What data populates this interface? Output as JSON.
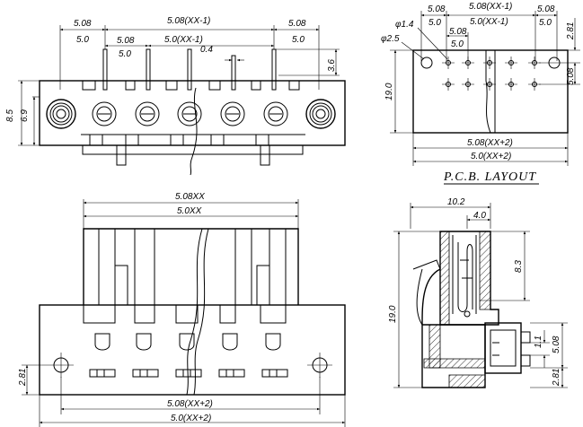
{
  "front_view": {
    "dims": {
      "top_left_pitch": "5.08",
      "top_left_pitch_b": "5.0",
      "top_span": "5.08(XX-1)",
      "top_span_b": "5.0(XX-1)",
      "pin_pitch": "5.08",
      "pin_pitch_b": "5.0",
      "pin_width": "0.4",
      "top_right_pitch": "5.08",
      "top_right_pitch_b": "5.0",
      "height_left_a": "8.5",
      "height_left_b": "6.9",
      "pin_height": "3.6"
    }
  },
  "pcb_layout": {
    "title": "P.C.B. LAYOUT",
    "dims": {
      "hole_small": "φ1.4",
      "hole_large": "φ2.5",
      "pitch_a": "5.08",
      "pitch_a_b": "5.0",
      "pitch_c": "5.08",
      "pitch_c_b": "5.0",
      "span_top": "5.08(XX-1)",
      "span_top_b": "5.0(XX-1)",
      "pitch_r": "5.08",
      "pitch_r_b": "5.0",
      "right_top": "2.81",
      "right_mid": "5.08",
      "height": "19.0",
      "bottom_a": "5.08(XX+2)",
      "bottom_b": "5.0(XX+2)"
    }
  },
  "bottom_view": {
    "dims": {
      "span_top": "5.08XX",
      "span_top_b": "5.0XX",
      "left_small": "2.81",
      "bottom_a": "5.08(XX+2)",
      "bottom_b": "5.0(XX+2)"
    }
  },
  "side_view": {
    "dims": {
      "top_width": "10.2",
      "inner_width": "4.0",
      "upper_height": "8.3",
      "total_height": "19.0",
      "pin_gap": "1.1",
      "pin_pitch": "5.08",
      "pin_offset": "2.81"
    }
  }
}
